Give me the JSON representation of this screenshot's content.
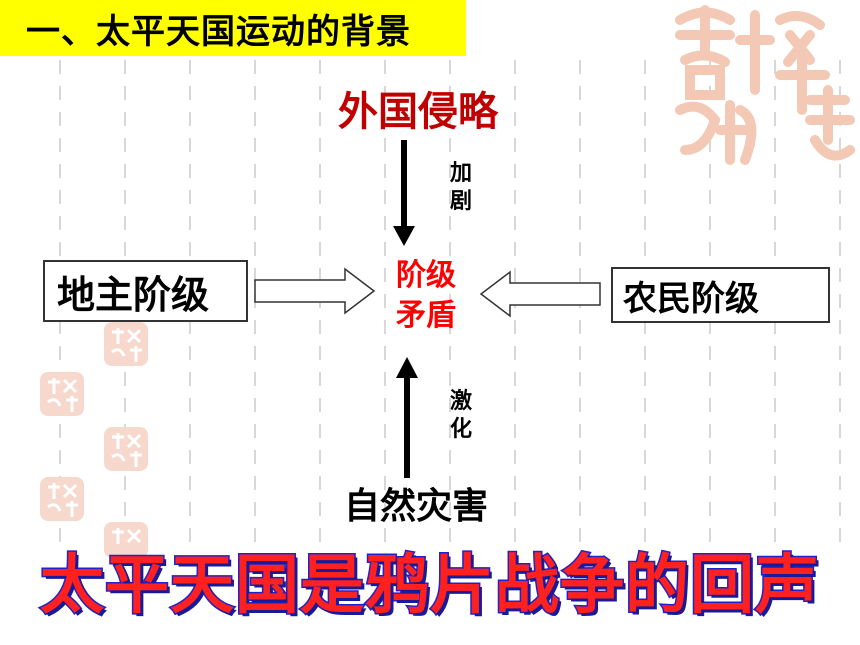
{
  "title": "一、太平天国运动的背景",
  "diagram": {
    "top_node": "外国侵略",
    "top_edge_label": [
      "加",
      "剧"
    ],
    "center_node": [
      "阶级",
      "矛盾"
    ],
    "left_node": "地主阶级",
    "right_node": "农民阶级",
    "bottom_edge_label": [
      "激",
      "化"
    ],
    "bottom_node": "自然灾害"
  },
  "conclusion": "太平天国是鸦片战争的回声",
  "colors": {
    "title_background": "#ffff00",
    "top_node_text": "#c00000",
    "center_text": "#ff0000",
    "conclusion_fill": "#ff2020",
    "conclusion_outline": "#2222cc",
    "seal_color": "#f3c9b5"
  },
  "icons": [
    "seal-watermark-icon",
    "arrow-down-icon",
    "arrow-up-icon",
    "hollow-arrow-right-icon",
    "hollow-arrow-left-icon"
  ]
}
